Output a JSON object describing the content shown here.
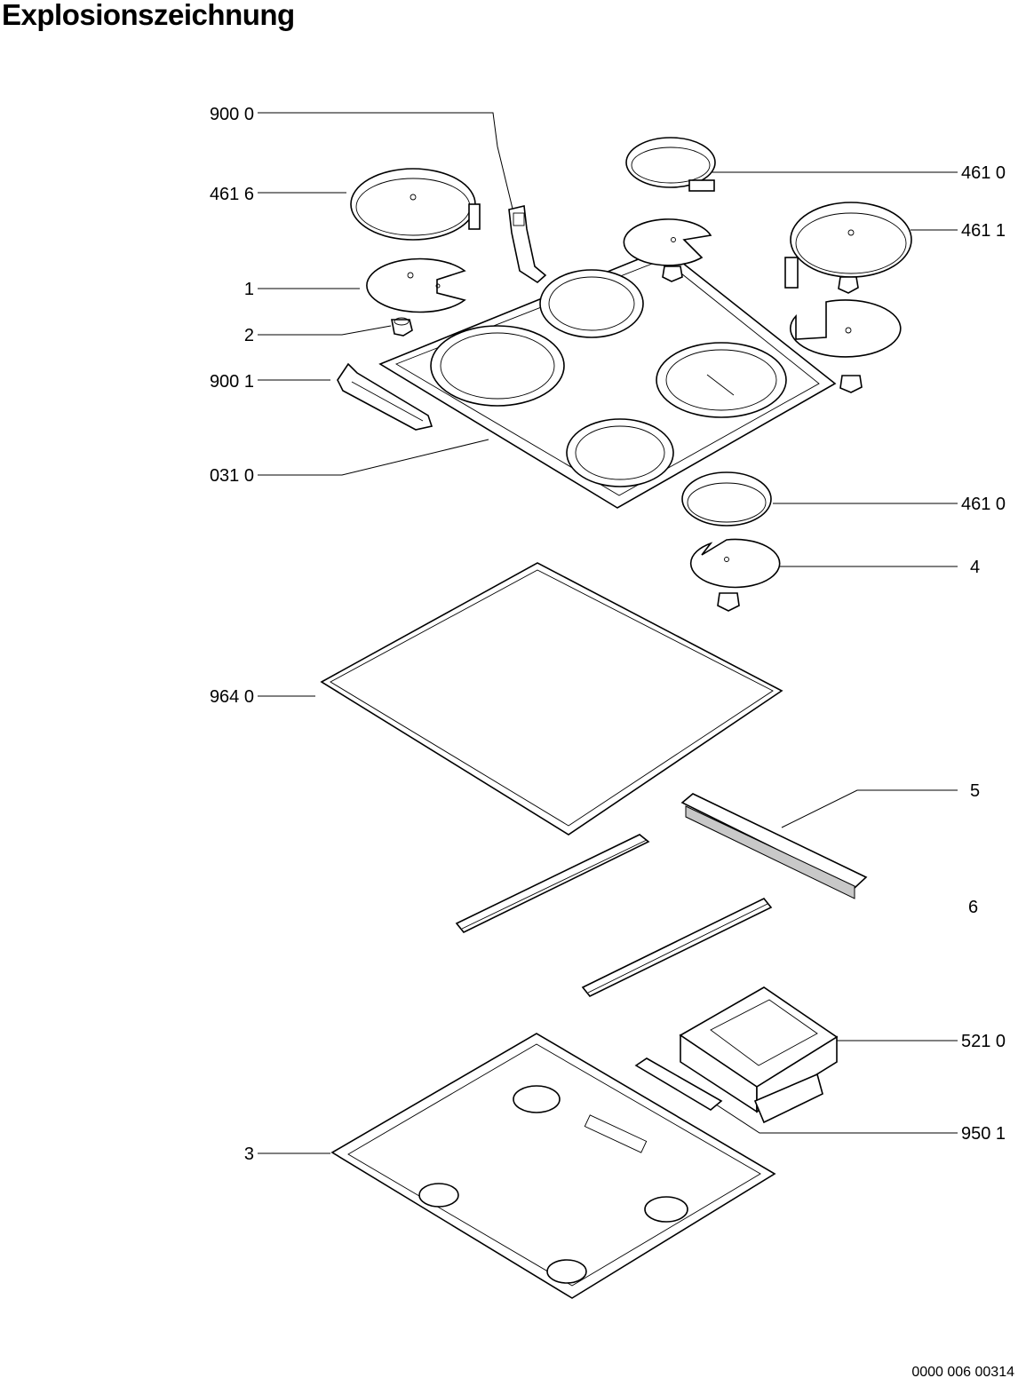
{
  "title": "Explosionszeichnung",
  "document_number": "0000 006 00314",
  "callouts": [
    {
      "id": "c1",
      "label": "900 0"
    },
    {
      "id": "c2",
      "label": "461  6"
    },
    {
      "id": "c3",
      "label": "1"
    },
    {
      "id": "c4",
      "label": "2"
    },
    {
      "id": "c5",
      "label": "900 1"
    },
    {
      "id": "c6",
      "label": "031 0"
    },
    {
      "id": "c7",
      "label": "964 0"
    },
    {
      "id": "c8",
      "label": "3"
    },
    {
      "id": "c9",
      "label": "461 0"
    },
    {
      "id": "c10",
      "label": "461 1"
    },
    {
      "id": "c11",
      "label": "461 0"
    },
    {
      "id": "c12",
      "label": "4"
    },
    {
      "id": "c13",
      "label": "5"
    },
    {
      "id": "c14",
      "label": "6"
    },
    {
      "id": "c15",
      "label": "521 0"
    },
    {
      "id": "c16",
      "label": "950 1"
    }
  ]
}
